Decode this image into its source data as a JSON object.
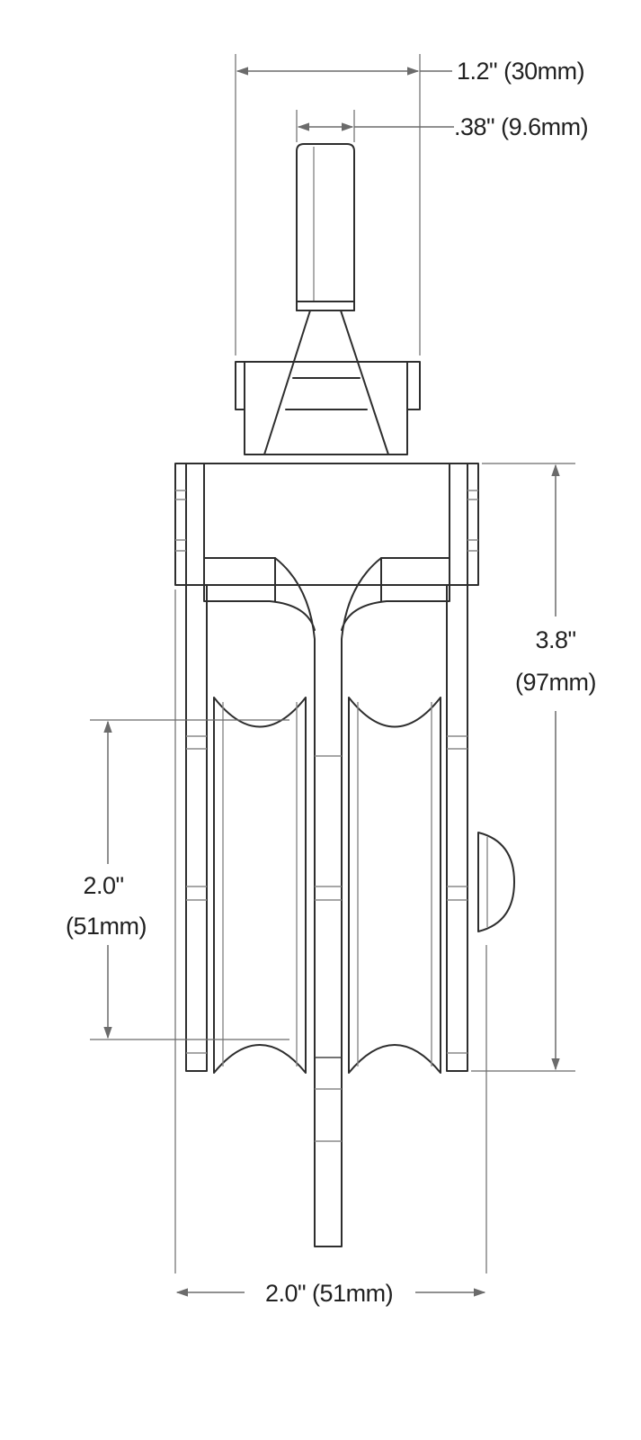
{
  "colors": {
    "line": "#2e2e2e",
    "light_line": "#8a8a8a",
    "dimension": "#6b6b6b",
    "text": "#222222",
    "background": "#ffffff"
  },
  "dimensions": {
    "shackle_width": "1.2\" (30mm)",
    "pin_width": ".38\" (9.6mm)",
    "height_line1": "3.8\"",
    "height_line2": "(97mm)",
    "sheave_line1": "2.0\"",
    "sheave_line2": "(51mm)",
    "overall_width": "2.0\" (51mm)"
  }
}
